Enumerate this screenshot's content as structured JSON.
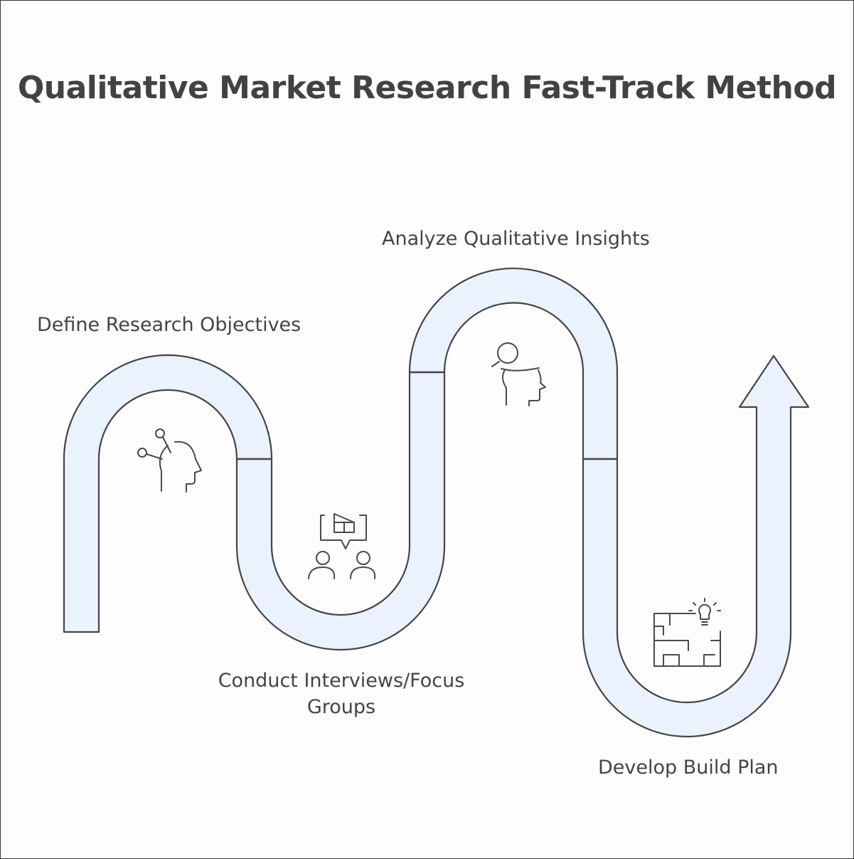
{
  "title": "Qualitative Market Research Fast-Track Method",
  "steps": [
    {
      "label": "Define Research Objectives",
      "icon": "head-with-pins-icon"
    },
    {
      "label": "Conduct Interviews/Focus Groups",
      "icon": "interview-group-icon"
    },
    {
      "label": "Analyze Qualitative Insights",
      "icon": "head-magnifier-icon"
    },
    {
      "label": "Develop Build Plan",
      "icon": "blueprint-lightbulb-icon"
    }
  ],
  "colors": {
    "road_fill": "#eaf2fd",
    "outline": "#454545",
    "text": "#444444"
  }
}
